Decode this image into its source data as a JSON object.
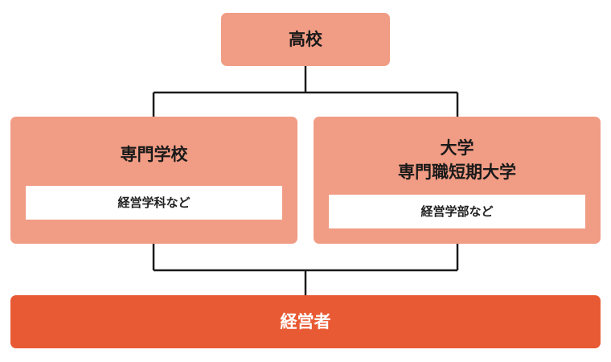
{
  "nodes": {
    "top": {
      "label": "高校"
    },
    "left": {
      "title": "専門学校",
      "detail": "経営学科など"
    },
    "right": {
      "title_line1": "大学",
      "title_line2": "専門職短期大学",
      "detail": "経営学部など"
    },
    "bottom": {
      "label": "経営者"
    }
  },
  "colors": {
    "node_fill": "#f19c84",
    "final_fill": "#e85a33",
    "connector": "#1a1a1a",
    "detail_fill": "#ffffff"
  }
}
